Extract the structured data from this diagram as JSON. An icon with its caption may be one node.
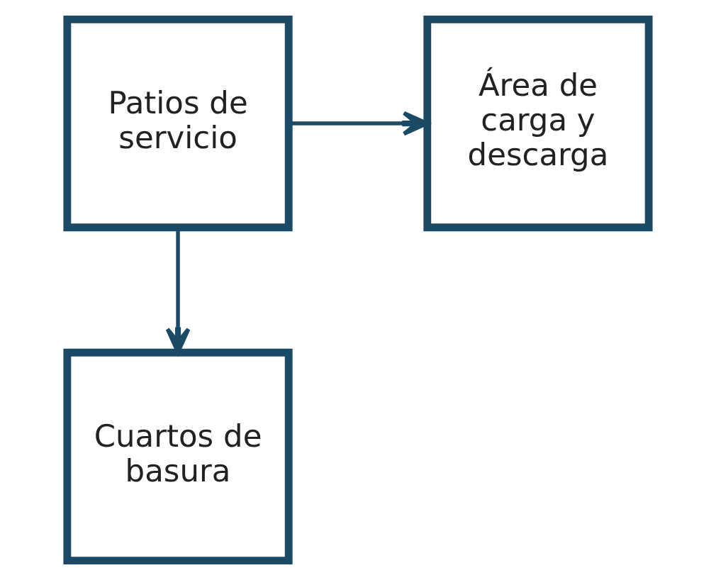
{
  "diagram": {
    "nodes": [
      {
        "text": [
          "Patios de servicio"
        ]
      },
      {
        "text": [
          "Área de carga y descarga"
        ]
      },
      {
        "text": [
          "Cuartos de basura"
        ]
      }
    ],
    "edges": [
      {
        "from": 0,
        "to": 1,
        "arrow": "to"
      },
      {
        "from": 0,
        "to": 2,
        "arrow": "to"
      }
    ]
  }
}
